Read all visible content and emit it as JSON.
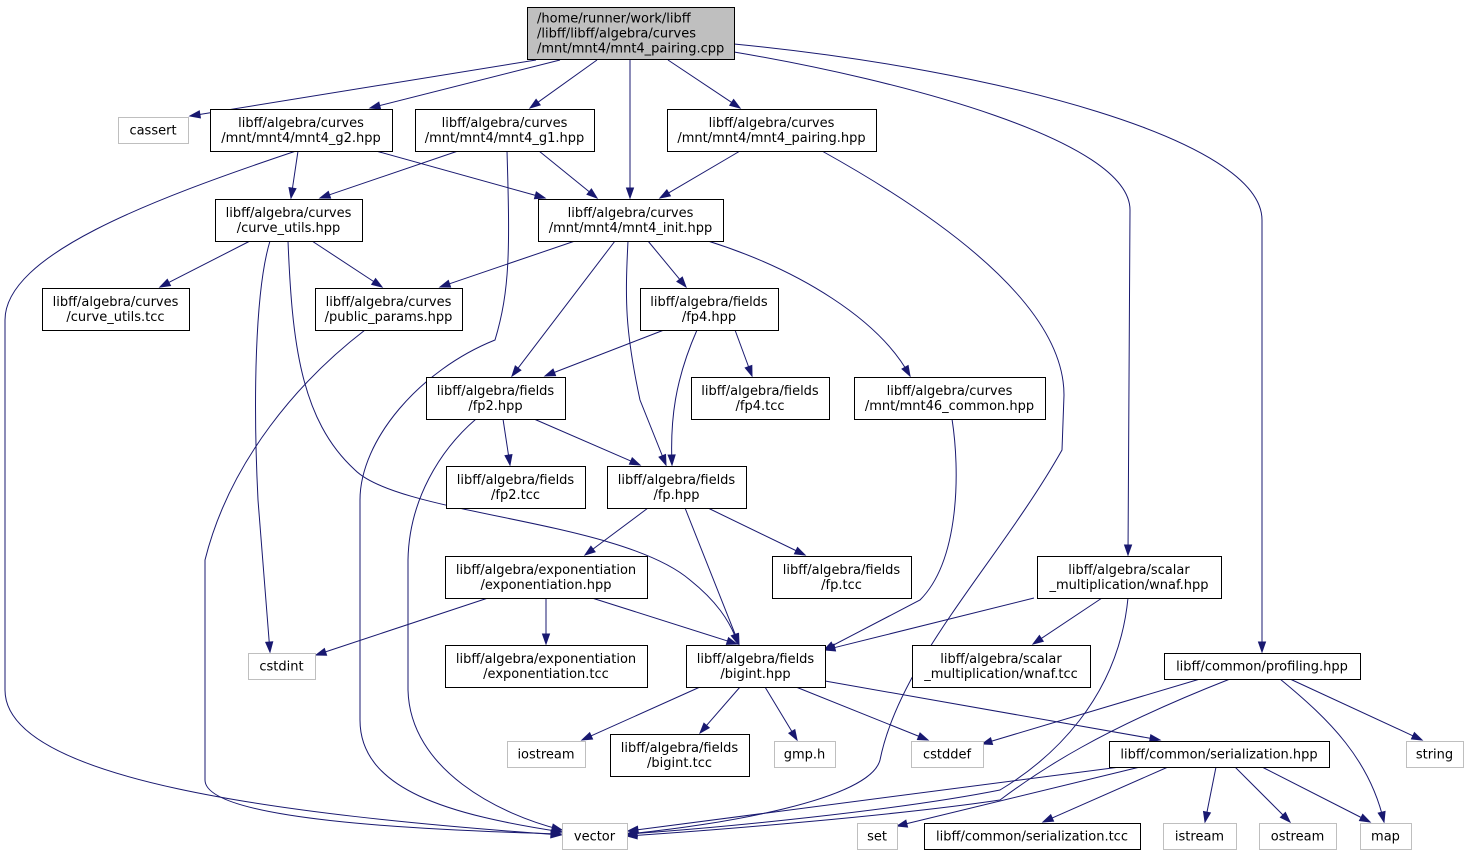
{
  "colors": {
    "edge": "#191970",
    "root_fill": "#bfbfbf",
    "node_fill": "#ffffff",
    "node_border": "#000000",
    "external_border": "#bfbfbf"
  },
  "nodes": [
    {
      "id": "root",
      "lines": [
        "/home/runner/work/libff",
        "/libff/libff/algebra/curves",
        "/mnt/mnt4/mnt4_pairing.cpp"
      ],
      "kind": "root"
    },
    {
      "id": "cassert",
      "lines": [
        "cassert"
      ],
      "kind": "external"
    },
    {
      "id": "g2",
      "lines": [
        "libff/algebra/curves",
        "/mnt/mnt4/mnt4_g2.hpp"
      ],
      "kind": "file"
    },
    {
      "id": "g1",
      "lines": [
        "libff/algebra/curves",
        "/mnt/mnt4/mnt4_g1.hpp"
      ],
      "kind": "file"
    },
    {
      "id": "pairing",
      "lines": [
        "libff/algebra/curves",
        "/mnt/mnt4/mnt4_pairing.hpp"
      ],
      "kind": "file"
    },
    {
      "id": "curve_utils",
      "lines": [
        "libff/algebra/curves",
        "/curve_utils.hpp"
      ],
      "kind": "file"
    },
    {
      "id": "init",
      "lines": [
        "libff/algebra/curves",
        "/mnt/mnt4/mnt4_init.hpp"
      ],
      "kind": "file"
    },
    {
      "id": "curve_utils_tcc",
      "lines": [
        "libff/algebra/curves",
        "/curve_utils.tcc"
      ],
      "kind": "file"
    },
    {
      "id": "public_params",
      "lines": [
        "libff/algebra/curves",
        "/public_params.hpp"
      ],
      "kind": "file"
    },
    {
      "id": "fp4",
      "lines": [
        "libff/algebra/fields",
        "/fp4.hpp"
      ],
      "kind": "file"
    },
    {
      "id": "fp2",
      "lines": [
        "libff/algebra/fields",
        "/fp2.hpp"
      ],
      "kind": "file"
    },
    {
      "id": "fp4_tcc",
      "lines": [
        "libff/algebra/fields",
        "/fp4.tcc"
      ],
      "kind": "file"
    },
    {
      "id": "mnt46",
      "lines": [
        "libff/algebra/curves",
        "/mnt/mnt46_common.hpp"
      ],
      "kind": "file"
    },
    {
      "id": "fp2_tcc",
      "lines": [
        "libff/algebra/fields",
        "/fp2.tcc"
      ],
      "kind": "file"
    },
    {
      "id": "fp",
      "lines": [
        "libff/algebra/fields",
        "/fp.hpp"
      ],
      "kind": "file"
    },
    {
      "id": "expo",
      "lines": [
        "libff/algebra/exponentiation",
        "/exponentiation.hpp"
      ],
      "kind": "file"
    },
    {
      "id": "fp_tcc",
      "lines": [
        "libff/algebra/fields",
        "/fp.tcc"
      ],
      "kind": "file"
    },
    {
      "id": "wnaf",
      "lines": [
        "libff/algebra/scalar",
        "_multiplication/wnaf.hpp"
      ],
      "kind": "file"
    },
    {
      "id": "cstdint",
      "lines": [
        "cstdint"
      ],
      "kind": "external"
    },
    {
      "id": "expo_tcc",
      "lines": [
        "libff/algebra/exponentiation",
        "/exponentiation.tcc"
      ],
      "kind": "file"
    },
    {
      "id": "bigint",
      "lines": [
        "libff/algebra/fields",
        "/bigint.hpp"
      ],
      "kind": "file"
    },
    {
      "id": "wnaf_tcc",
      "lines": [
        "libff/algebra/scalar",
        "_multiplication/wnaf.tcc"
      ],
      "kind": "file"
    },
    {
      "id": "profiling",
      "lines": [
        "libff/common/profiling.hpp"
      ],
      "kind": "file"
    },
    {
      "id": "iostream",
      "lines": [
        "iostream"
      ],
      "kind": "external"
    },
    {
      "id": "bigint_tcc",
      "lines": [
        "libff/algebra/fields",
        "/bigint.tcc"
      ],
      "kind": "file"
    },
    {
      "id": "gmp",
      "lines": [
        "gmp.h"
      ],
      "kind": "external"
    },
    {
      "id": "cstddef",
      "lines": [
        "cstddef"
      ],
      "kind": "external"
    },
    {
      "id": "serialization",
      "lines": [
        "libff/common/serialization.hpp"
      ],
      "kind": "file"
    },
    {
      "id": "string",
      "lines": [
        "string"
      ],
      "kind": "external"
    },
    {
      "id": "vector",
      "lines": [
        "vector"
      ],
      "kind": "external"
    },
    {
      "id": "set",
      "lines": [
        "set"
      ],
      "kind": "external"
    },
    {
      "id": "ser_tcc",
      "lines": [
        "libff/common/serialization.tcc"
      ],
      "kind": "file"
    },
    {
      "id": "istream",
      "lines": [
        "istream"
      ],
      "kind": "external"
    },
    {
      "id": "ostream",
      "lines": [
        "ostream"
      ],
      "kind": "external"
    },
    {
      "id": "map",
      "lines": [
        "map"
      ],
      "kind": "external"
    }
  ],
  "edges": [
    [
      "root",
      "cassert"
    ],
    [
      "root",
      "g2"
    ],
    [
      "root",
      "g1"
    ],
    [
      "root",
      "init"
    ],
    [
      "root",
      "pairing"
    ],
    [
      "root",
      "wnaf"
    ],
    [
      "root",
      "profiling"
    ],
    [
      "g2",
      "curve_utils"
    ],
    [
      "g2",
      "init"
    ],
    [
      "g2",
      "vector"
    ],
    [
      "g1",
      "curve_utils"
    ],
    [
      "g1",
      "init"
    ],
    [
      "g1",
      "vector"
    ],
    [
      "pairing",
      "init"
    ],
    [
      "pairing",
      "vector"
    ],
    [
      "curve_utils",
      "curve_utils_tcc"
    ],
    [
      "curve_utils",
      "public_params"
    ],
    [
      "curve_utils",
      "cstdint"
    ],
    [
      "curve_utils",
      "bigint"
    ],
    [
      "init",
      "public_params"
    ],
    [
      "init",
      "fp4"
    ],
    [
      "init",
      "fp2"
    ],
    [
      "init",
      "fp"
    ],
    [
      "init",
      "mnt46"
    ],
    [
      "public_params",
      "vector"
    ],
    [
      "fp4",
      "fp2"
    ],
    [
      "fp4",
      "fp4_tcc"
    ],
    [
      "fp4",
      "fp"
    ],
    [
      "fp2",
      "fp2_tcc"
    ],
    [
      "fp2",
      "fp"
    ],
    [
      "fp2",
      "vector"
    ],
    [
      "mnt46",
      "bigint"
    ],
    [
      "fp",
      "expo"
    ],
    [
      "fp",
      "fp_tcc"
    ],
    [
      "fp",
      "bigint"
    ],
    [
      "expo",
      "cstdint"
    ],
    [
      "expo",
      "expo_tcc"
    ],
    [
      "expo",
      "bigint"
    ],
    [
      "wnaf",
      "bigint"
    ],
    [
      "wnaf",
      "wnaf_tcc"
    ],
    [
      "wnaf",
      "vector"
    ],
    [
      "bigint",
      "iostream"
    ],
    [
      "bigint",
      "bigint_tcc"
    ],
    [
      "bigint",
      "gmp"
    ],
    [
      "bigint",
      "cstddef"
    ],
    [
      "bigint",
      "serialization"
    ],
    [
      "profiling",
      "cstddef"
    ],
    [
      "profiling",
      "map"
    ],
    [
      "profiling",
      "string"
    ],
    [
      "profiling",
      "vector"
    ],
    [
      "serialization",
      "vector"
    ],
    [
      "serialization",
      "set"
    ],
    [
      "serialization",
      "ser_tcc"
    ],
    [
      "serialization",
      "istream"
    ],
    [
      "serialization",
      "ostream"
    ],
    [
      "serialization",
      "map"
    ]
  ]
}
